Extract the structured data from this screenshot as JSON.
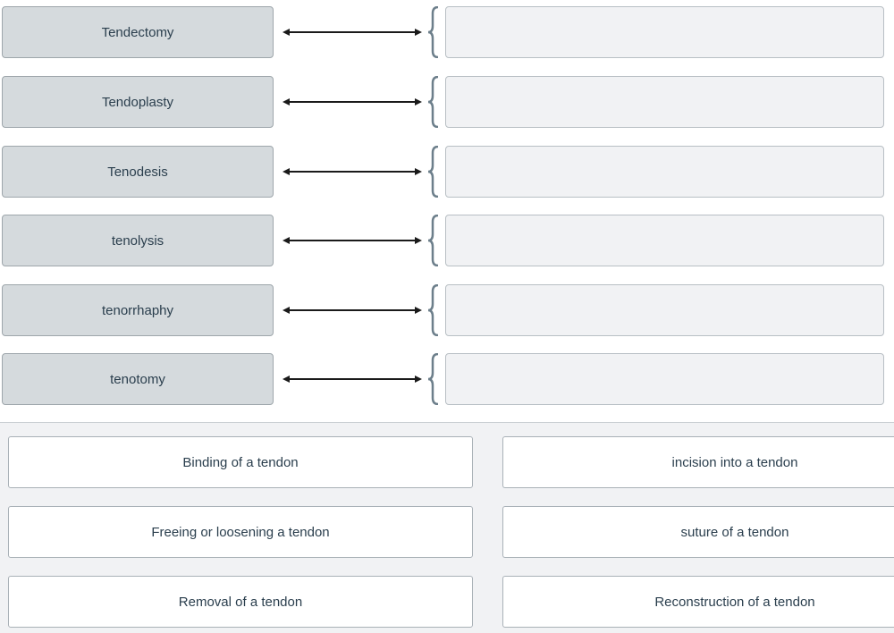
{
  "matching": {
    "terms": [
      "Tendectomy",
      "Tendoplasty",
      "Tenodesis",
      "tenolysis",
      "tenorrhaphy",
      "tenotomy"
    ]
  },
  "bank": {
    "left": [
      "Binding of a tendon",
      "Freeing or loosening a tendon",
      "Removal of a tendon"
    ],
    "right": [
      "incision into a tendon",
      "suture of a tendon",
      "Reconstruction of a tendon"
    ]
  },
  "colors": {
    "term_bg": "#d5dadd",
    "drop_bg": "#f1f2f4",
    "bracket": "#6d7f8b",
    "text": "#2a3e4d"
  },
  "icons": {
    "arrow": "double-headed-arrow-icon",
    "bracket": "curly-bracket-icon"
  }
}
